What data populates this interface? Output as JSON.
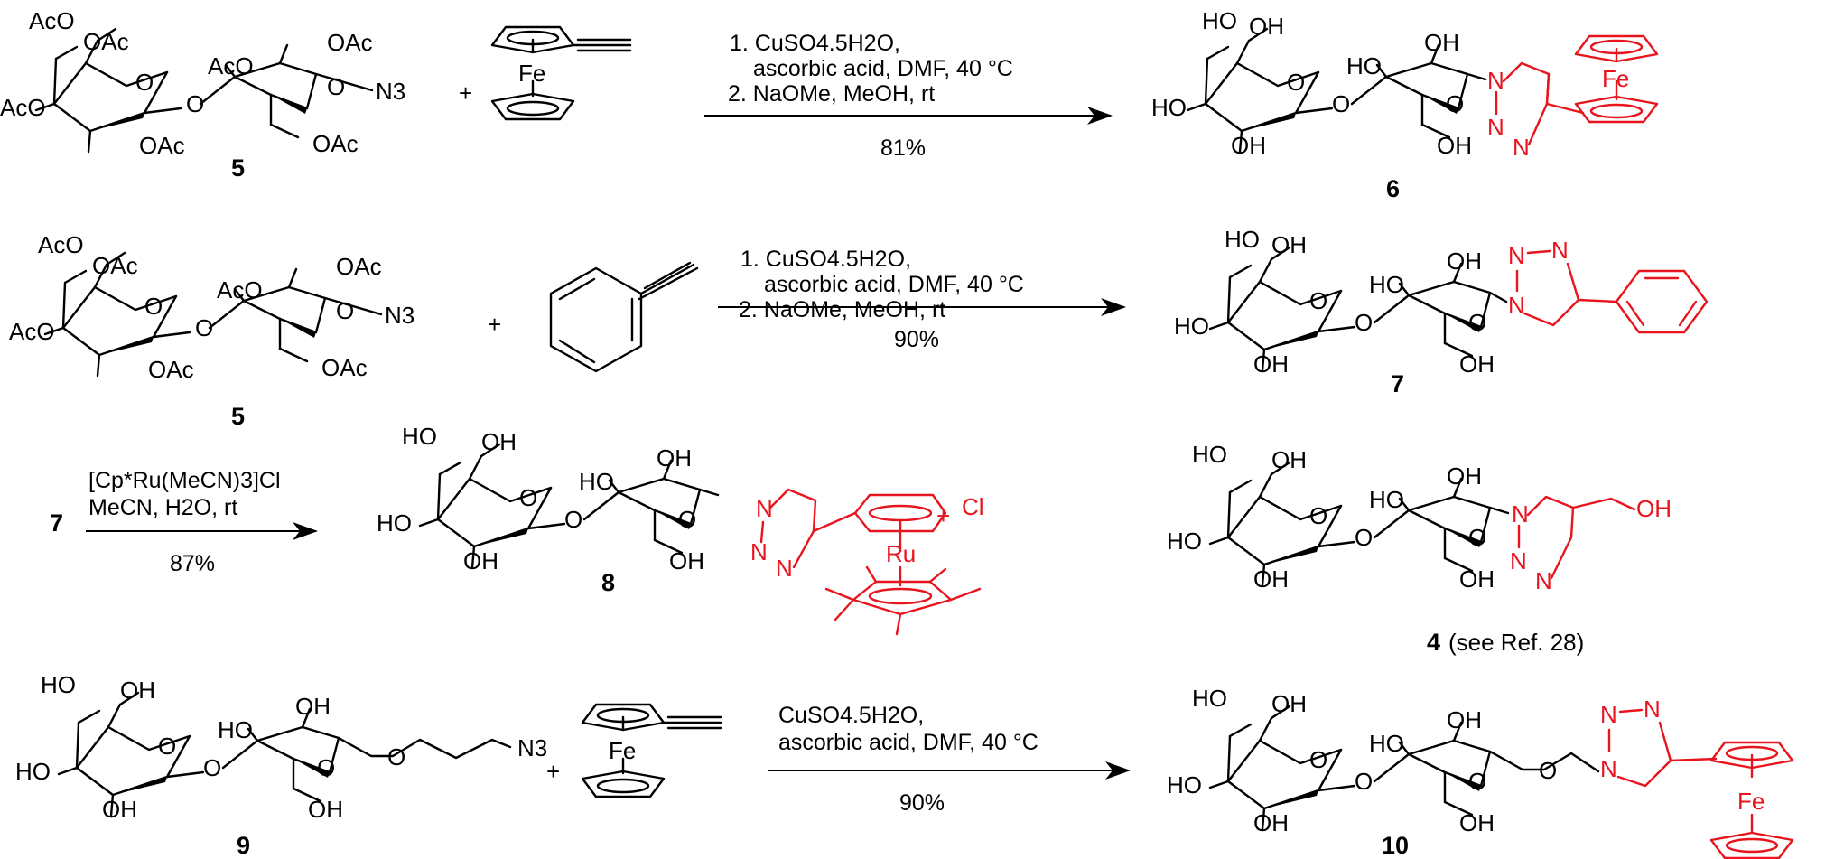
{
  "colors": {
    "highlight": "#e8141e",
    "ink": "#000000"
  },
  "compounds": {
    "c5": "5",
    "c5b": "5",
    "c6": "6",
    "c7": "7",
    "c7start": "7",
    "c8": "8",
    "c4": "4",
    "c4_note": "(see Ref. 28)",
    "c9": "9",
    "c10": "10"
  },
  "reactions": [
    {
      "step1": "1. CuSO4.5H2O,",
      "step1b": "ascorbic acid, DMF,  40 °C",
      "step2": "2. NaOMe, MeOH, rt",
      "yield": "81%"
    },
    {
      "step1": "1. CuSO4.5H2O,",
      "step1b": "ascorbic acid, DMF,  40 °C",
      "step2": "2. NaOMe, MeOH, rt",
      "yield": "90%"
    },
    {
      "reagent": "[Cp*Ru(MeCN)3]Cl",
      "solvent": "MeCN, H2O, rt",
      "yield": "87%"
    },
    {
      "step1": "CuSO4.5H2O,",
      "step1b": "ascorbic acid, DMF,  40 °C",
      "yield": "90%"
    }
  ],
  "atoms": {
    "OAc": "OAc",
    "AcO": "AcO",
    "N3": "N3",
    "O": "O",
    "HO": "HO",
    "OH": "OH",
    "Fe": "Fe",
    "N": "N",
    "Ru": "Ru",
    "Cl": "Cl",
    "plus": "+"
  }
}
